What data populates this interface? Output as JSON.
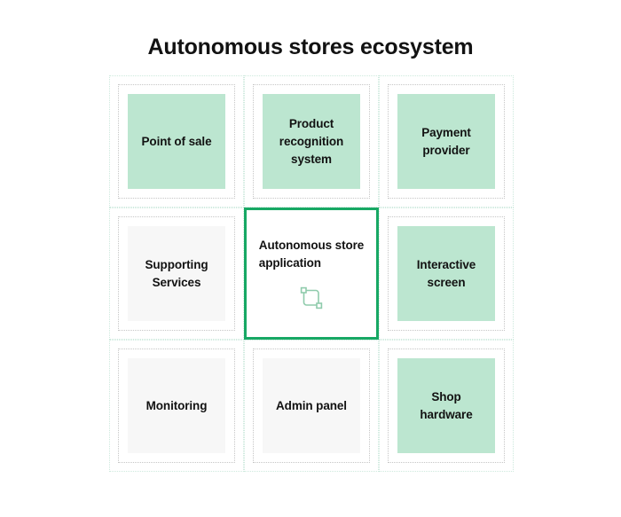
{
  "page": {
    "title": "Autonomous stores ecosystem",
    "background": "#FFFFFF",
    "title_color": "#121212"
  },
  "colors": {
    "mint_fill": "#BCE6D0",
    "muted_fill": "#F7F7F7",
    "outer_dotted_border": "#CDE9DD",
    "inner_dotted_border": "#C6C6C6",
    "highlight_border": "#17A864",
    "icon_stroke": "#8FCBAC",
    "text": "#121212"
  },
  "grid": {
    "rows": 3,
    "columns": 3,
    "cells": [
      {
        "id": "point-of-sale",
        "label": "Point of sale",
        "fill": "mint",
        "highlighted": false,
        "icon": null
      },
      {
        "id": "product-recognition",
        "label": "Product\nrecognition\nsystem",
        "fill": "mint",
        "highlighted": false,
        "icon": null
      },
      {
        "id": "payment-provider",
        "label": "Payment\nprovider",
        "fill": "mint",
        "highlighted": false,
        "icon": null
      },
      {
        "id": "supporting-services",
        "label": "Supporting\nServices",
        "fill": "muted",
        "highlighted": false,
        "icon": null
      },
      {
        "id": "autonomous-store-app",
        "label": "Autonomous store\napplication",
        "fill": "white",
        "highlighted": true,
        "icon": "transform-handles-icon"
      },
      {
        "id": "interactive-screen",
        "label": "Interactive\nscreen",
        "fill": "mint",
        "highlighted": false,
        "icon": null
      },
      {
        "id": "monitoring",
        "label": "Monitoring",
        "fill": "muted",
        "highlighted": false,
        "icon": null
      },
      {
        "id": "admin-panel",
        "label": "Admin panel",
        "fill": "muted",
        "highlighted": false,
        "icon": null
      },
      {
        "id": "shop-hardware",
        "label": "Shop\nhardware",
        "fill": "mint",
        "highlighted": false,
        "icon": null
      }
    ]
  }
}
